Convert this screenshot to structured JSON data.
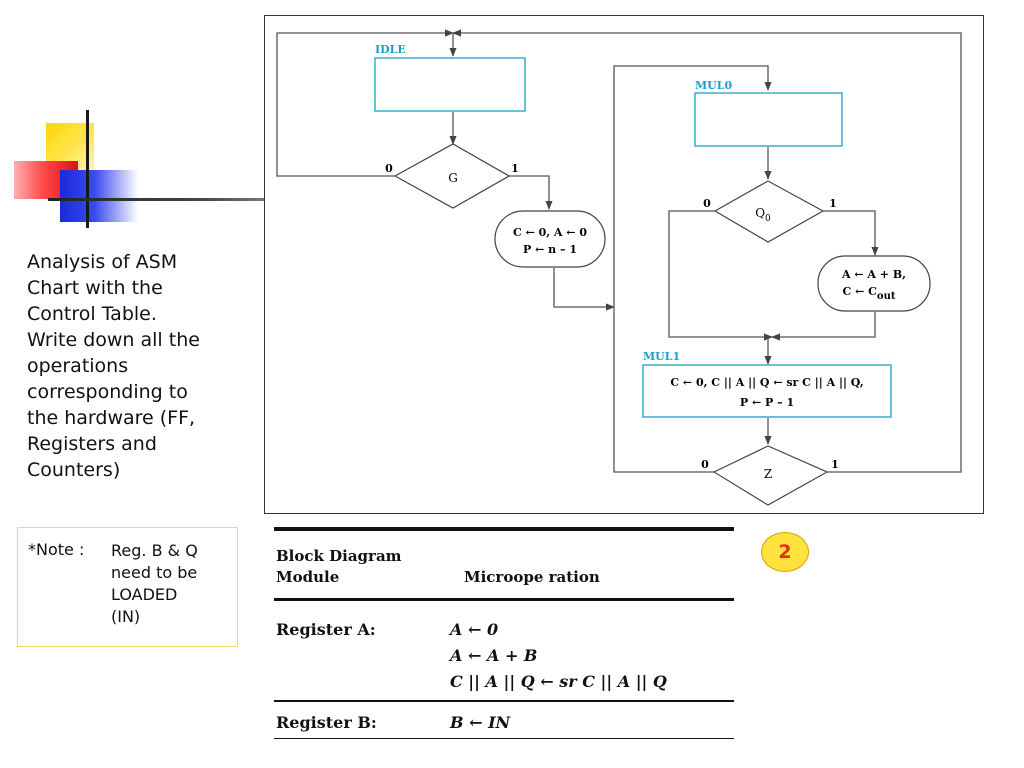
{
  "sidebar": {
    "description_lines": [
      "Analysis of ASM",
      "Chart with the",
      "Control Table.",
      "Write down all the",
      "operations",
      "corresponding to",
      "the hardware (FF,",
      "Registers and",
      "Counters)"
    ],
    "note": {
      "label": "*Note :",
      "lines": [
        "Reg. B & Q",
        "need to be",
        "LOADED",
        "(IN)"
      ]
    }
  },
  "badge": {
    "number": "2",
    "fill_color": "#ffe23d",
    "text_color": "#e0301a"
  },
  "asm_chart": {
    "state_color": "#1aa0c8",
    "states": {
      "idle": "IDLE",
      "mul0": "MUL0",
      "mul1": "MUL1"
    },
    "decisions": {
      "g": "G",
      "q0": "Q",
      "q0_sub": "0",
      "z": "Z"
    },
    "branch_labels": {
      "g_false": "0",
      "g_true": "1",
      "q0_false": "0",
      "q0_true": "1",
      "z_false": "0",
      "z_true": "1"
    },
    "conditional_outputs": {
      "init_line1": "C ← 0, A ← 0",
      "init_line2": "P ← n – 1",
      "add_line1": "A ← A + B,",
      "add_line2_main": "C ← C",
      "add_line2_sub": "out"
    },
    "mul1_actions": {
      "line1": "C ←  0, C || A || Q ← sr C || A || Q,",
      "line2": "P ← P – 1"
    }
  },
  "micro_table": {
    "header_module_line1": "Block Diagram",
    "header_module_line2": "Module",
    "header_micro": "Microope ration",
    "rows": [
      {
        "module": "Register A:",
        "ops": [
          "A ← 0",
          "A ← A + B",
          "C || A || Q ← sr C || A || Q"
        ]
      },
      {
        "module": "Register B:",
        "ops": [
          "B ← IN"
        ]
      }
    ]
  }
}
